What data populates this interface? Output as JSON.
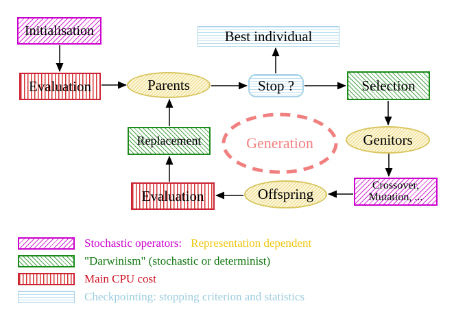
{
  "nodes": {
    "initialisation": "Initialisation",
    "evaluation_top": "Evaluation",
    "parents": "Parents",
    "best_individual": "Best individual",
    "stop": "Stop ?",
    "selection": "Selection",
    "genitors": "Genitors",
    "crossover_line1": "Crossover,",
    "crossover_line2": "Mutation, ...",
    "offspring": "Offspring",
    "evaluation_bottom": "Evaluation",
    "replacement": "Replacement",
    "generation": "Generation"
  },
  "legend": {
    "stochastic_label": "Stochastic operators:",
    "stochastic_suffix": "Representation dependent",
    "darwinism": "\"Darwinism\" (stochastic or determinist)",
    "cpu": "Main CPU cost",
    "checkpointing": "Checkpointing: stopping criterion and statistics"
  },
  "colors": {
    "magenta": "#cc00cc",
    "green": "#1a8a1a",
    "green_text": "#117711",
    "red_border": "#cc2233",
    "red_text": "#cc1122",
    "light_blue_border": "#a8d3e8",
    "light_blue_text": "#9cccdf",
    "yellow_text": "#eec611",
    "khaki_border": "#d8c55e",
    "salmon": "#f08080",
    "arrow": "#000000"
  }
}
